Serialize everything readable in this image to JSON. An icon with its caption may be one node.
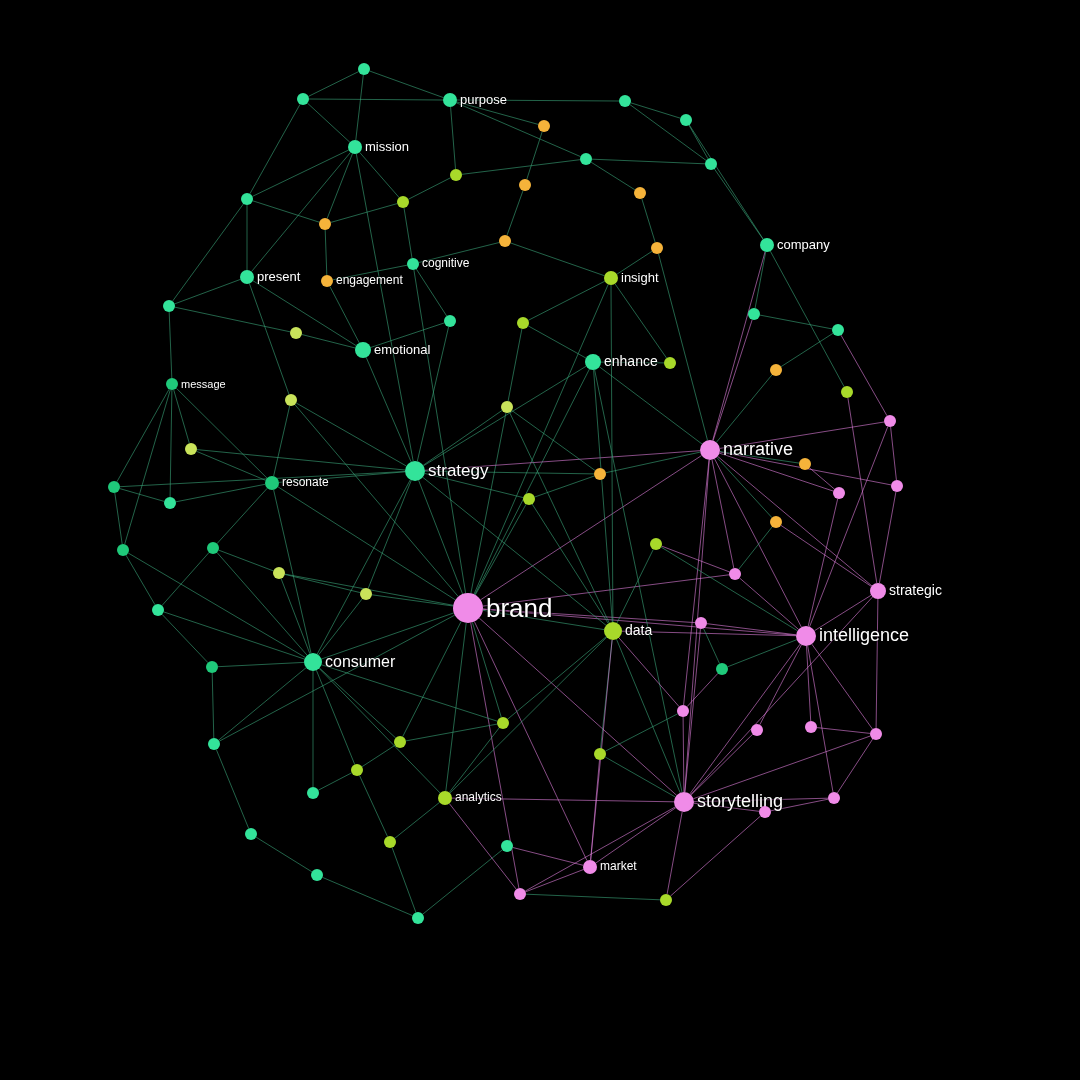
{
  "diagram": {
    "nodes": [
      {
        "text": [
          "purpose"
        ]
      },
      {
        "text": [
          "mission"
        ]
      },
      {
        "text": [
          "company"
        ]
      },
      {
        "text": [
          "present"
        ]
      },
      {
        "text": [
          "engagement"
        ]
      },
      {
        "text": [
          "cognitive"
        ]
      },
      {
        "text": [
          "insight"
        ]
      },
      {
        "text": [
          "emotional"
        ]
      },
      {
        "text": [
          "enhance"
        ]
      },
      {
        "text": [
          "message"
        ]
      },
      {
        "text": [
          "narrative"
        ]
      },
      {
        "text": [
          "strategy"
        ]
      },
      {
        "text": [
          "resonate"
        ]
      },
      {
        "text": [
          "strategic"
        ]
      },
      {
        "text": [
          "brand"
        ]
      },
      {
        "text": [
          "data"
        ]
      },
      {
        "text": [
          "intelligence"
        ]
      },
      {
        "text": [
          "consumer"
        ]
      },
      {
        "text": [
          "analytics"
        ]
      },
      {
        "text": [
          "storytelling"
        ]
      },
      {
        "text": [
          "market"
        ]
      },
      {
        "text": [],
        "shape": "circle"
      },
      {
        "text": [],
        "shape": "circle"
      },
      {
        "text": [],
        "shape": "circle"
      },
      {
        "text": [],
        "shape": "circle"
      },
      {
        "text": [],
        "shape": "circle"
      },
      {
        "text": [],
        "shape": "circle"
      },
      {
        "text": [],
        "shape": "circle"
      },
      {
        "text": [],
        "shape": "circle"
      },
      {
        "text": [],
        "shape": "circle"
      },
      {
        "text": [],
        "shape": "circle"
      },
      {
        "text": [],
        "shape": "circle"
      },
      {
        "text": [],
        "shape": "circle"
      },
      {
        "text": [],
        "shape": "circle"
      },
      {
        "text": [],
        "shape": "circle"
      },
      {
        "text": [],
        "shape": "circle"
      },
      {
        "text": [],
        "shape": "circle"
      },
      {
        "text": [],
        "shape": "circle"
      },
      {
        "text": [],
        "shape": "circle"
      },
      {
        "text": [],
        "shape": "circle"
      },
      {
        "text": [],
        "shape": "circle"
      },
      {
        "text": [],
        "shape": "circle"
      },
      {
        "text": [],
        "shape": "circle"
      },
      {
        "text": [],
        "shape": "circle"
      },
      {
        "text": [],
        "shape": "circle"
      },
      {
        "text": [],
        "shape": "circle"
      },
      {
        "text": [],
        "shape": "circle"
      },
      {
        "text": [],
        "shape": "circle"
      },
      {
        "text": [],
        "shape": "circle"
      },
      {
        "text": [],
        "shape": "circle"
      },
      {
        "text": [],
        "shape": "circle"
      },
      {
        "text": [],
        "shape": "circle"
      },
      {
        "text": [],
        "shape": "circle"
      },
      {
        "text": [],
        "shape": "circle"
      },
      {
        "text": [],
        "shape": "circle"
      },
      {
        "text": [],
        "shape": "circle"
      },
      {
        "text": [],
        "shape": "circle"
      },
      {
        "text": [],
        "shape": "circle"
      },
      {
        "text": [],
        "shape": "circle"
      },
      {
        "text": [],
        "shape": "circle"
      },
      {
        "text": [],
        "shape": "circle"
      },
      {
        "text": [],
        "shape": "circle"
      },
      {
        "text": [],
        "shape": "circle"
      },
      {
        "text": [],
        "shape": "circle"
      },
      {
        "text": [],
        "shape": "circle"
      },
      {
        "text": [],
        "shape": "circle"
      },
      {
        "text": [],
        "shape": "circle"
      },
      {
        "text": [],
        "shape": "circle"
      },
      {
        "text": [],
        "shape": "circle"
      },
      {
        "text": [],
        "shape": "circle"
      },
      {
        "text": [],
        "shape": "circle"
      },
      {
        "text": [],
        "shape": "circle"
      },
      {
        "text": [],
        "shape": "circle"
      },
      {
        "text": [],
        "shape": "circle"
      },
      {
        "text": [],
        "shape": "circle"
      },
      {
        "text": [],
        "shape": "circle"
      },
      {
        "text": [],
        "shape": "circle"
      },
      {
        "text": [],
        "shape": "circle"
      },
      {
        "text": [],
        "shape": "circle"
      },
      {
        "text": [],
        "shape": "circle"
      },
      {
        "text": [],
        "shape": "circle"
      },
      {
        "text": [],
        "shape": "circle"
      },
      {
        "text": [],
        "shape": "circle"
      },
      {
        "text": [],
        "shape": "circle"
      },
      {
        "text": [],
        "shape": "circle"
      },
      {
        "text": [],
        "shape": "circle"
      }
    ],
    "edges": [
      {
        "from": 14,
        "to": 10,
        "arrow": "none",
        "color": "#e07fdc"
      },
      {
        "from": 14,
        "to": 16,
        "arrow": "none",
        "color": "#e07fdc"
      },
      {
        "from": 14,
        "to": 11,
        "arrow": "none"
      },
      {
        "from": 14,
        "to": 17,
        "arrow": "none"
      },
      {
        "from": 14,
        "to": 15,
        "arrow": "none"
      },
      {
        "from": 14,
        "to": 19,
        "arrow": "none",
        "color": "#e07fdc"
      },
      {
        "from": 14,
        "to": 8,
        "arrow": "none"
      },
      {
        "from": 14,
        "to": 45,
        "arrow": "none"
      },
      {
        "from": 14,
        "to": 18,
        "arrow": "none"
      },
      {
        "from": 14,
        "to": 62,
        "arrow": "none"
      },
      {
        "from": 14,
        "to": 61,
        "arrow": "none"
      },
      {
        "from": 14,
        "to": 53,
        "arrow": "none"
      },
      {
        "from": 14,
        "to": 68,
        "arrow": "none"
      },
      {
        "from": 14,
        "to": 73,
        "arrow": "none"
      },
      {
        "from": 14,
        "to": 46,
        "arrow": "none"
      },
      {
        "from": 14,
        "to": 20,
        "arrow": "none",
        "color": "#e07fdc"
      },
      {
        "from": 14,
        "to": 60,
        "arrow": "none",
        "color": "#e07fdc"
      },
      {
        "from": 14,
        "to": 64,
        "arrow": "none",
        "color": "#e07fdc"
      },
      {
        "from": 14,
        "to": 6,
        "arrow": "none"
      },
      {
        "from": 14,
        "to": 12,
        "arrow": "none"
      },
      {
        "from": 14,
        "to": 5,
        "arrow": "none"
      },
      {
        "from": 14,
        "to": 72,
        "arrow": "none"
      },
      {
        "from": 14,
        "to": 83,
        "arrow": "none",
        "color": "#e07fdc"
      },
      {
        "from": 10,
        "to": 16,
        "arrow": "none",
        "color": "#e07fdc"
      },
      {
        "from": 10,
        "to": 19,
        "arrow": "none",
        "color": "#e07fdc"
      },
      {
        "from": 10,
        "to": 11,
        "arrow": "none",
        "color": "#e07fdc"
      },
      {
        "from": 10,
        "to": 13,
        "arrow": "none",
        "color": "#e07fdc"
      },
      {
        "from": 10,
        "to": 47,
        "arrow": "none",
        "color": "#e07fdc"
      },
      {
        "from": 10,
        "to": 55,
        "arrow": "none",
        "color": "#e07fdc"
      },
      {
        "from": 10,
        "to": 54,
        "arrow": "none",
        "color": "#e07fdc"
      },
      {
        "from": 10,
        "to": 2,
        "arrow": "none",
        "color": "#e07fdc"
      },
      {
        "from": 10,
        "to": 8,
        "arrow": "none"
      },
      {
        "from": 10,
        "to": 43,
        "arrow": "none"
      },
      {
        "from": 10,
        "to": 49,
        "arrow": "none"
      },
      {
        "from": 10,
        "to": 56,
        "arrow": "none"
      },
      {
        "from": 10,
        "to": 52,
        "arrow": "none"
      },
      {
        "from": 10,
        "to": 40,
        "arrow": "none",
        "color": "#e07fdc"
      },
      {
        "from": 10,
        "to": 67,
        "arrow": "none",
        "color": "#e07fdc"
      },
      {
        "from": 10,
        "to": 60,
        "arrow": "none",
        "color": "#e07fdc"
      },
      {
        "from": 10,
        "to": 35,
        "arrow": "none"
      },
      {
        "from": 16,
        "to": 15,
        "arrow": "none",
        "color": "#e07fdc"
      },
      {
        "from": 16,
        "to": 13,
        "arrow": "none",
        "color": "#e07fdc"
      },
      {
        "from": 16,
        "to": 19,
        "arrow": "none",
        "color": "#e07fdc"
      },
      {
        "from": 16,
        "to": 64,
        "arrow": "none",
        "color": "#e07fdc"
      },
      {
        "from": 16,
        "to": 69,
        "arrow": "none",
        "color": "#e07fdc"
      },
      {
        "from": 16,
        "to": 70,
        "arrow": "none",
        "color": "#e07fdc"
      },
      {
        "from": 16,
        "to": 71,
        "arrow": "none",
        "color": "#e07fdc"
      },
      {
        "from": 16,
        "to": 77,
        "arrow": "none",
        "color": "#e07fdc"
      },
      {
        "from": 16,
        "to": 54,
        "arrow": "none",
        "color": "#e07fdc"
      },
      {
        "from": 16,
        "to": 47,
        "arrow": "none",
        "color": "#e07fdc"
      },
      {
        "from": 16,
        "to": 59,
        "arrow": "none"
      },
      {
        "from": 16,
        "to": 60,
        "arrow": "none",
        "color": "#e07fdc"
      },
      {
        "from": 16,
        "to": 66,
        "arrow": "none"
      },
      {
        "from": 19,
        "to": 15,
        "arrow": "none"
      },
      {
        "from": 19,
        "to": 18,
        "arrow": "none",
        "color": "#e07fdc"
      },
      {
        "from": 19,
        "to": 20,
        "arrow": "none",
        "color": "#e07fdc"
      },
      {
        "from": 19,
        "to": 67,
        "arrow": "none",
        "color": "#e07fdc"
      },
      {
        "from": 19,
        "to": 78,
        "arrow": "none",
        "color": "#e07fdc"
      },
      {
        "from": 19,
        "to": 77,
        "arrow": "none",
        "color": "#e07fdc"
      },
      {
        "from": 19,
        "to": 13,
        "arrow": "none",
        "color": "#e07fdc"
      },
      {
        "from": 19,
        "to": 69,
        "arrow": "none",
        "color": "#e07fdc"
      },
      {
        "from": 19,
        "to": 74,
        "arrow": "none"
      },
      {
        "from": 19,
        "to": 84,
        "arrow": "none",
        "color": "#e07fdc"
      },
      {
        "from": 19,
        "to": 83,
        "arrow": "none",
        "color": "#e07fdc"
      },
      {
        "from": 19,
        "to": 64,
        "arrow": "none",
        "color": "#e07fdc"
      },
      {
        "from": 19,
        "to": 71,
        "arrow": "none",
        "color": "#e07fdc"
      },
      {
        "from": 19,
        "to": 8,
        "arrow": "none"
      },
      {
        "from": 11,
        "to": 12,
        "arrow": "none"
      },
      {
        "from": 11,
        "to": 7,
        "arrow": "none"
      },
      {
        "from": 11,
        "to": 17,
        "arrow": "none"
      },
      {
        "from": 11,
        "to": 8,
        "arrow": "none"
      },
      {
        "from": 11,
        "to": 15,
        "arrow": "none"
      },
      {
        "from": 11,
        "to": 50,
        "arrow": "none"
      },
      {
        "from": 11,
        "to": 48,
        "arrow": "none"
      },
      {
        "from": 11,
        "to": 53,
        "arrow": "none"
      },
      {
        "from": 11,
        "to": 52,
        "arrow": "none"
      },
      {
        "from": 11,
        "to": 45,
        "arrow": "none"
      },
      {
        "from": 11,
        "to": 38,
        "arrow": "none"
      },
      {
        "from": 11,
        "to": 46,
        "arrow": "none"
      },
      {
        "from": 11,
        "to": 1,
        "arrow": "none"
      },
      {
        "from": 11,
        "to": 62,
        "arrow": "none"
      },
      {
        "from": 17,
        "to": 12,
        "arrow": "none"
      },
      {
        "from": 17,
        "to": 76,
        "arrow": "none"
      },
      {
        "from": 17,
        "to": 63,
        "arrow": "none"
      },
      {
        "from": 17,
        "to": 65,
        "arrow": "none"
      },
      {
        "from": 17,
        "to": 72,
        "arrow": "none"
      },
      {
        "from": 17,
        "to": 61,
        "arrow": "none"
      },
      {
        "from": 17,
        "to": 62,
        "arrow": "none"
      },
      {
        "from": 17,
        "to": 73,
        "arrow": "none"
      },
      {
        "from": 17,
        "to": 18,
        "arrow": "none"
      },
      {
        "from": 17,
        "to": 68,
        "arrow": "none"
      },
      {
        "from": 17,
        "to": 58,
        "arrow": "none"
      },
      {
        "from": 17,
        "to": 57,
        "arrow": "none"
      },
      {
        "from": 17,
        "to": 75,
        "arrow": "none"
      },
      {
        "from": 15,
        "to": 6,
        "arrow": "none"
      },
      {
        "from": 15,
        "to": 8,
        "arrow": "none"
      },
      {
        "from": 15,
        "to": 18,
        "arrow": "none"
      },
      {
        "from": 15,
        "to": 74,
        "arrow": "none"
      },
      {
        "from": 15,
        "to": 68,
        "arrow": "none"
      },
      {
        "from": 15,
        "to": 53,
        "arrow": "none"
      },
      {
        "from": 15,
        "to": 59,
        "arrow": "none"
      },
      {
        "from": 15,
        "to": 20,
        "arrow": "none",
        "color": "#e07fdc"
      },
      {
        "from": 15,
        "to": 67,
        "arrow": "none",
        "color": "#e07fdc"
      },
      {
        "from": 15,
        "to": 46,
        "arrow": "none"
      },
      {
        "from": 21,
        "to": 22,
        "arrow": "none"
      },
      {
        "from": 21,
        "to": 0,
        "arrow": "none"
      },
      {
        "from": 21,
        "to": 1,
        "arrow": "none"
      },
      {
        "from": 22,
        "to": 0,
        "arrow": "none"
      },
      {
        "from": 22,
        "to": 1,
        "arrow": "none"
      },
      {
        "from": 22,
        "to": 32,
        "arrow": "none"
      },
      {
        "from": 0,
        "to": 23,
        "arrow": "none"
      },
      {
        "from": 0,
        "to": 26,
        "arrow": "none"
      },
      {
        "from": 0,
        "to": 25,
        "arrow": "none"
      },
      {
        "from": 0,
        "to": 28,
        "arrow": "none"
      },
      {
        "from": 23,
        "to": 24,
        "arrow": "none"
      },
      {
        "from": 23,
        "to": 27,
        "arrow": "none"
      },
      {
        "from": 24,
        "to": 27,
        "arrow": "none"
      },
      {
        "from": 24,
        "to": 2,
        "arrow": "none"
      },
      {
        "from": 27,
        "to": 2,
        "arrow": "none"
      },
      {
        "from": 27,
        "to": 26,
        "arrow": "none"
      },
      {
        "from": 1,
        "to": 32,
        "arrow": "none"
      },
      {
        "from": 1,
        "to": 31,
        "arrow": "none"
      },
      {
        "from": 1,
        "to": 3,
        "arrow": "none"
      },
      {
        "from": 1,
        "to": 33,
        "arrow": "none"
      },
      {
        "from": 32,
        "to": 3,
        "arrow": "none"
      },
      {
        "from": 32,
        "to": 36,
        "arrow": "none"
      },
      {
        "from": 3,
        "to": 36,
        "arrow": "none"
      },
      {
        "from": 3,
        "to": 7,
        "arrow": "none"
      },
      {
        "from": 3,
        "to": 45,
        "arrow": "none"
      },
      {
        "from": 36,
        "to": 9,
        "arrow": "none"
      },
      {
        "from": 36,
        "to": 37,
        "arrow": "none"
      },
      {
        "from": 9,
        "to": 50,
        "arrow": "none"
      },
      {
        "from": 9,
        "to": 48,
        "arrow": "none"
      },
      {
        "from": 9,
        "to": 12,
        "arrow": "none"
      },
      {
        "from": 9,
        "to": 51,
        "arrow": "none"
      },
      {
        "from": 9,
        "to": 57,
        "arrow": "none"
      },
      {
        "from": 50,
        "to": 57,
        "arrow": "none"
      },
      {
        "from": 50,
        "to": 51,
        "arrow": "none"
      },
      {
        "from": 57,
        "to": 63,
        "arrow": "none"
      },
      {
        "from": 63,
        "to": 65,
        "arrow": "none"
      },
      {
        "from": 63,
        "to": 58,
        "arrow": "none"
      },
      {
        "from": 65,
        "to": 72,
        "arrow": "none"
      },
      {
        "from": 72,
        "to": 79,
        "arrow": "none"
      },
      {
        "from": 79,
        "to": 82,
        "arrow": "none"
      },
      {
        "from": 82,
        "to": 85,
        "arrow": "none"
      },
      {
        "from": 85,
        "to": 81,
        "arrow": "none"
      },
      {
        "from": 85,
        "to": 80,
        "arrow": "none"
      },
      {
        "from": 81,
        "to": 20,
        "arrow": "none",
        "color": "#e07fdc"
      },
      {
        "from": 20,
        "to": 83,
        "arrow": "none",
        "color": "#e07fdc"
      },
      {
        "from": 83,
        "to": 84,
        "arrow": "none"
      },
      {
        "from": 84,
        "to": 78,
        "arrow": "none",
        "color": "#e07fdc"
      },
      {
        "from": 78,
        "to": 77,
        "arrow": "none",
        "color": "#e07fdc"
      },
      {
        "from": 77,
        "to": 71,
        "arrow": "none",
        "color": "#e07fdc"
      },
      {
        "from": 71,
        "to": 70,
        "arrow": "none",
        "color": "#e07fdc"
      },
      {
        "from": 71,
        "to": 13,
        "arrow": "none",
        "color": "#e07fdc"
      },
      {
        "from": 13,
        "to": 55,
        "arrow": "none",
        "color": "#e07fdc"
      },
      {
        "from": 55,
        "to": 47,
        "arrow": "none",
        "color": "#e07fdc"
      },
      {
        "from": 47,
        "to": 41,
        "arrow": "none",
        "color": "#e07fdc"
      },
      {
        "from": 41,
        "to": 40,
        "arrow": "none"
      },
      {
        "from": 40,
        "to": 2,
        "arrow": "none"
      },
      {
        "from": 2,
        "to": 44,
        "arrow": "none"
      },
      {
        "from": 44,
        "to": 13,
        "arrow": "none",
        "color": "#e07fdc"
      },
      {
        "from": 41,
        "to": 43,
        "arrow": "none"
      },
      {
        "from": 4,
        "to": 33,
        "arrow": "none"
      },
      {
        "from": 4,
        "to": 5,
        "arrow": "none"
      },
      {
        "from": 4,
        "to": 7,
        "arrow": "none"
      },
      {
        "from": 5,
        "to": 38,
        "arrow": "none"
      },
      {
        "from": 5,
        "to": 31,
        "arrow": "none"
      },
      {
        "from": 5,
        "to": 34,
        "arrow": "none"
      },
      {
        "from": 34,
        "to": 29,
        "arrow": "none"
      },
      {
        "from": 29,
        "to": 25,
        "arrow": "none"
      },
      {
        "from": 30,
        "to": 26,
        "arrow": "none"
      },
      {
        "from": 30,
        "to": 35,
        "arrow": "none"
      },
      {
        "from": 6,
        "to": 35,
        "arrow": "none"
      },
      {
        "from": 6,
        "to": 34,
        "arrow": "none"
      },
      {
        "from": 6,
        "to": 39,
        "arrow": "none"
      },
      {
        "from": 39,
        "to": 8,
        "arrow": "none"
      },
      {
        "from": 42,
        "to": 8,
        "arrow": "none"
      },
      {
        "from": 42,
        "to": 6,
        "arrow": "none"
      },
      {
        "from": 38,
        "to": 7,
        "arrow": "none"
      },
      {
        "from": 37,
        "to": 7,
        "arrow": "none"
      },
      {
        "from": 45,
        "to": 12,
        "arrow": "none"
      },
      {
        "from": 48,
        "to": 12,
        "arrow": "none"
      },
      {
        "from": 51,
        "to": 12,
        "arrow": "none"
      },
      {
        "from": 58,
        "to": 12,
        "arrow": "none"
      },
      {
        "from": 61,
        "to": 58,
        "arrow": "none"
      },
      {
        "from": 62,
        "to": 61,
        "arrow": "none"
      },
      {
        "from": 49,
        "to": 54,
        "arrow": "none",
        "color": "#e07fdc"
      },
      {
        "from": 56,
        "to": 13,
        "arrow": "none",
        "color": "#e07fdc"
      },
      {
        "from": 56,
        "to": 60,
        "arrow": "none"
      },
      {
        "from": 59,
        "to": 60,
        "arrow": "none",
        "color": "#e07fdc"
      },
      {
        "from": 64,
        "to": 66,
        "arrow": "none"
      },
      {
        "from": 66,
        "to": 67,
        "arrow": "none",
        "color": "#e07fdc"
      },
      {
        "from": 67,
        "to": 74,
        "arrow": "none"
      },
      {
        "from": 68,
        "to": 73,
        "arrow": "none"
      },
      {
        "from": 73,
        "to": 75,
        "arrow": "none"
      },
      {
        "from": 75,
        "to": 76,
        "arrow": "none"
      },
      {
        "from": 80,
        "to": 75,
        "arrow": "none"
      },
      {
        "from": 80,
        "to": 18,
        "arrow": "none"
      },
      {
        "from": 18,
        "to": 68,
        "arrow": "none"
      },
      {
        "from": 18,
        "to": 83,
        "arrow": "none",
        "color": "#e07fdc"
      },
      {
        "from": 74,
        "to": 20,
        "arrow": "none",
        "color": "#e07fdc"
      },
      {
        "from": 28,
        "to": 31,
        "arrow": "none"
      },
      {
        "from": 28,
        "to": 26,
        "arrow": "none"
      },
      {
        "from": 31,
        "to": 33,
        "arrow": "none"
      },
      {
        "from": 33,
        "to": 32,
        "arrow": "none"
      },
      {
        "from": 39,
        "to": 46,
        "arrow": "none"
      },
      {
        "from": 46,
        "to": 52,
        "arrow": "none"
      },
      {
        "from": 52,
        "to": 53,
        "arrow": "none"
      }
    ]
  }
}
